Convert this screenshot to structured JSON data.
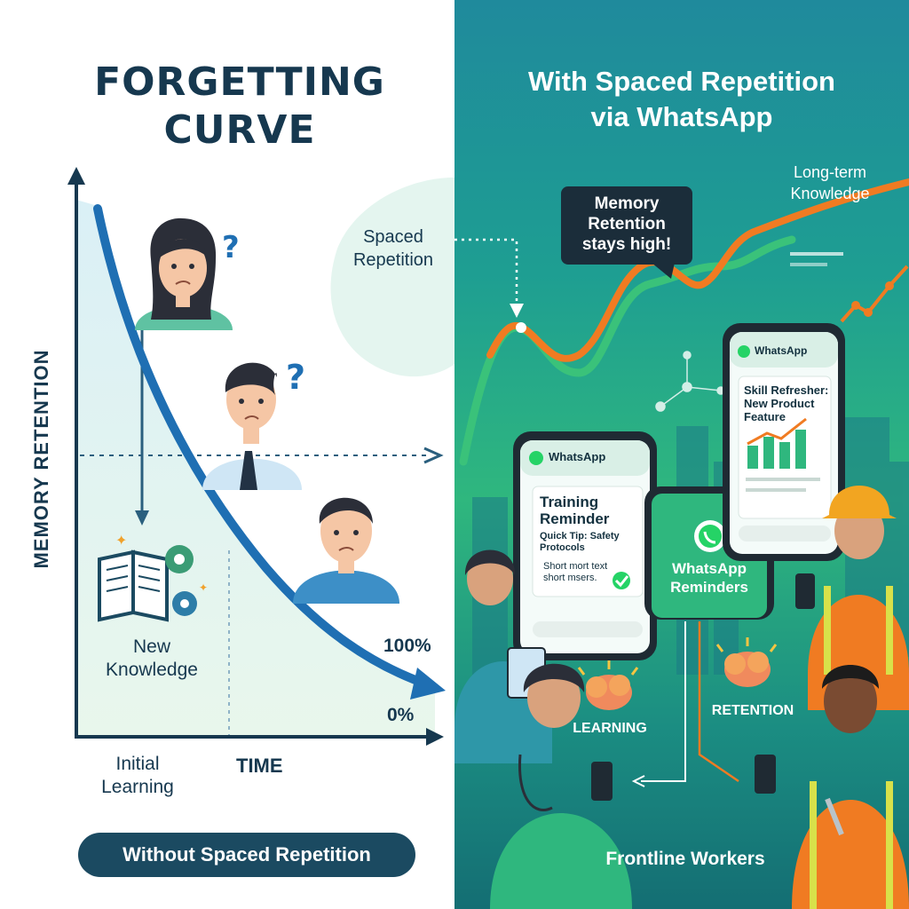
{
  "left": {
    "title_line1": "FORGETTING",
    "title_line2": "CURVE",
    "y_axis_label": "MEMORY RETENTION",
    "x_axis_label": "TIME",
    "initial_learning_line1": "Initial",
    "initial_learning_line2": "Learning",
    "new_knowledge_line1": "New",
    "new_knowledge_line2": "Knowledge",
    "label_100": "100%",
    "label_0": "0%",
    "spaced_repetition_line1": "Spaced",
    "spaced_repetition_line2": "Repetition",
    "footer_pill": "Without Spaced Repetition"
  },
  "right": {
    "title_line1": "With Spaced Repetition",
    "title_line2": "via WhatsApp",
    "long_term_line1": "Long-term",
    "long_term_line2": "Knowledge",
    "bubble_line1": "Memory",
    "bubble_line2": "Retention",
    "bubble_line3": "stays high!",
    "phone_left": {
      "app_name": "WhatsApp",
      "heading_line1": "Training",
      "heading_line2": "Reminder",
      "tip_line1": "Quick Tip: Safety",
      "tip_line2": "Protocols",
      "body_line1": "Short mort text",
      "body_line2": "short msers."
    },
    "phone_center": {
      "label_line1": "WhatsApp",
      "label_line2": "Reminders"
    },
    "phone_right": {
      "app_name": "WhatsApp",
      "heading_line1": "Skill Refresher:",
      "heading_line2": "New Product",
      "heading_line3": "Feature"
    },
    "learning_label": "LEARNING",
    "retention_label": "RETENTION",
    "footer_label": "Frontline Workers"
  },
  "colors": {
    "navy": "#16384f",
    "curve_blue": "#1f6fb3",
    "teal_gradient_top": "#1f8a9c",
    "green": "#2fb77e",
    "orange": "#f07b22",
    "whatsapp_green": "#25d366",
    "pill_bg": "#1b4a61"
  }
}
